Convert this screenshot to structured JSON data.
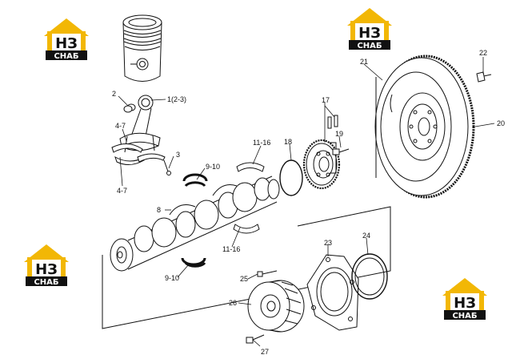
{
  "logo": {
    "letters": "НЗ",
    "sub": "СНАБ",
    "yellow": "#f2b705",
    "black": "#111111"
  },
  "callouts": {
    "c1": "1(2-3)",
    "c2": "2",
    "c3": "3",
    "c47a": "4-7",
    "c47b": "4-7",
    "c8": "8",
    "c910a": "9-10",
    "c910b": "9-10",
    "c1116a": "11-16",
    "c1116b": "11-16",
    "c17": "17",
    "c18": "18",
    "c19": "19",
    "c20": "20",
    "c21": "21",
    "c22": "22",
    "c23": "23",
    "c24": "24",
    "c25": "25",
    "c26": "26",
    "c27": "27"
  }
}
